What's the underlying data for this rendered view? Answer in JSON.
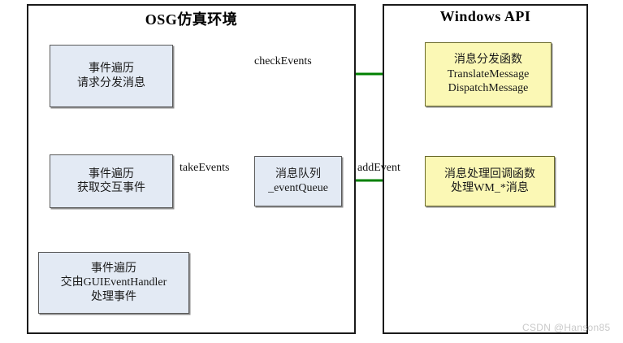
{
  "diagram": {
    "title_left": "OSG仿真环境",
    "title_right": "Windows API",
    "watermark": "CSDN @Hanson85",
    "colors": {
      "frame": "#1a1a1a",
      "box_blue_fill": "#e3eaf4",
      "box_yellow_fill": "#fbf8b5",
      "arrow_green": "#008000",
      "arrow_blue": "#4a7ebb",
      "watermark": "#c9c9c9"
    }
  },
  "nodes": {
    "dispatch_request": {
      "line1": "事件遍历",
      "line2": "请求分发消息"
    },
    "fetch_events": {
      "line1": "事件遍历",
      "line2": "获取交互事件"
    },
    "gui_handler": {
      "line1": "事件遍历",
      "line2": "交由GUIEventHandler",
      "line3": "处理事件"
    },
    "event_queue": {
      "line1": "消息队列",
      "line2": "_eventQueue"
    },
    "msg_dispatch": {
      "line1": "消息分发函数",
      "line2": "TranslateMessage",
      "line3": "DispatchMessage"
    },
    "msg_callback": {
      "line1": "消息处理回调函数",
      "line2": "处理WM_*消息"
    }
  },
  "edges": {
    "check_events": "checkEvents",
    "take_events": "takeEvents",
    "add_event": "addEvent"
  }
}
